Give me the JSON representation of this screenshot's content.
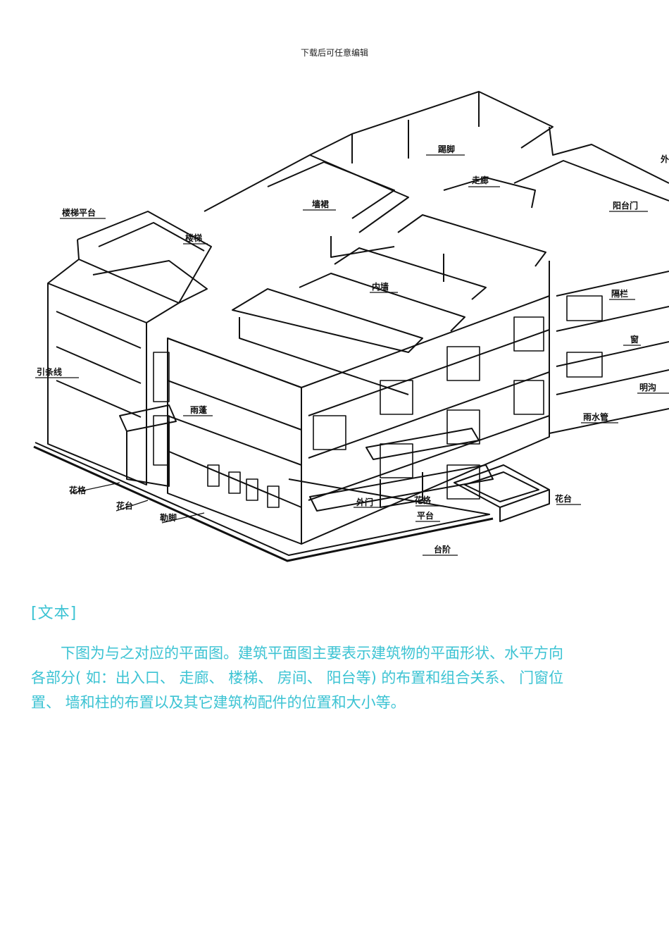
{
  "header": {
    "text": "下载后可任意编辑"
  },
  "figure": {
    "labels": {
      "tijiao": "踢脚",
      "zoulang": "走廊",
      "qiangqun": "墙裙",
      "louti_pingtai": "楼梯平台",
      "louti": "楼梯",
      "yangtaimen": "阳台门",
      "neiqiang": "内墙",
      "gelan": "隔栏",
      "chuang": "窗",
      "yintiaoxian": "引条线",
      "yupeng": "雨蓬",
      "mingou": "明沟",
      "yushuiguan": "雨水管",
      "huage1": "花格",
      "huatai1": "花台",
      "leijiao": "勒脚",
      "waimen": "外门",
      "huage2": "花格",
      "pingtai": "平台",
      "huatai2": "花台",
      "taijie": "台阶",
      "edge_mark": "外"
    }
  },
  "section_tag": "[文本]",
  "paragraph": "下图为与之对应的平面图。建筑平面图主要表示建筑物的平面形状、水平方向各部分( 如：出入口、 走廊、 楼梯、 房间、 阳台等) 的布置和组合关系、 门窗位置、 墙和柱的布置以及其它建筑构配件的位置和大小等。"
}
